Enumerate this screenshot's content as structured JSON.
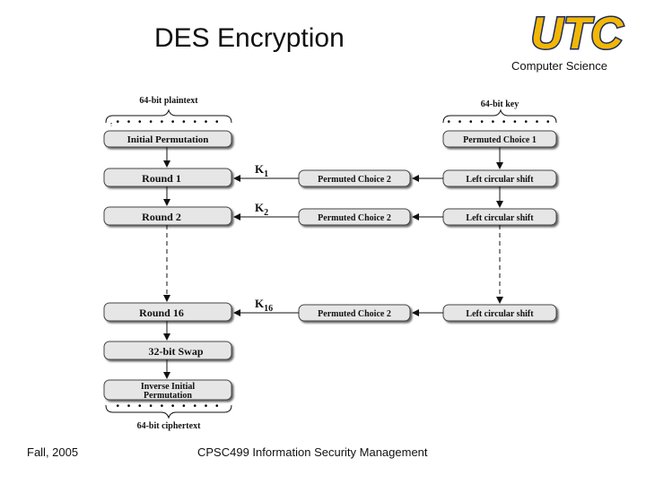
{
  "title": "DES Encryption",
  "department": "Computer Science",
  "logo_text": "UTC",
  "footer": {
    "date": "Fall, 2005",
    "course": "CPSC499 Information Security Management"
  },
  "diagram": {
    "plaintext_label": "64-bit plaintext",
    "key_label": "64-bit key",
    "ciphertext_label": "64-bit ciphertext",
    "initial_permutation": "Initial Permutation",
    "permuted_choice_1": "Permuted Choice 1",
    "rounds": [
      {
        "label": "Round 1",
        "key": "K",
        "key_sub": "1",
        "pc2": "Permuted Choice 2",
        "shift": "Left circular shift"
      },
      {
        "label": "Round 2",
        "key": "K",
        "key_sub": "2",
        "pc2": "Permuted Choice 2",
        "shift": "Left circular shift"
      },
      {
        "label": "Round 16",
        "key": "K",
        "key_sub": "16",
        "pc2": "Permuted Choice 2",
        "shift": "Left circular shift"
      }
    ],
    "swap": "32-bit Swap",
    "inverse_permutation_line1": "Inverse Initial",
    "inverse_permutation_line2": "Permutation"
  },
  "colors": {
    "logo_fill": "#f2b705",
    "logo_stroke": "#1d2b5c",
    "box_fill": "#e6e6e6",
    "box_shadow": "#555555"
  }
}
